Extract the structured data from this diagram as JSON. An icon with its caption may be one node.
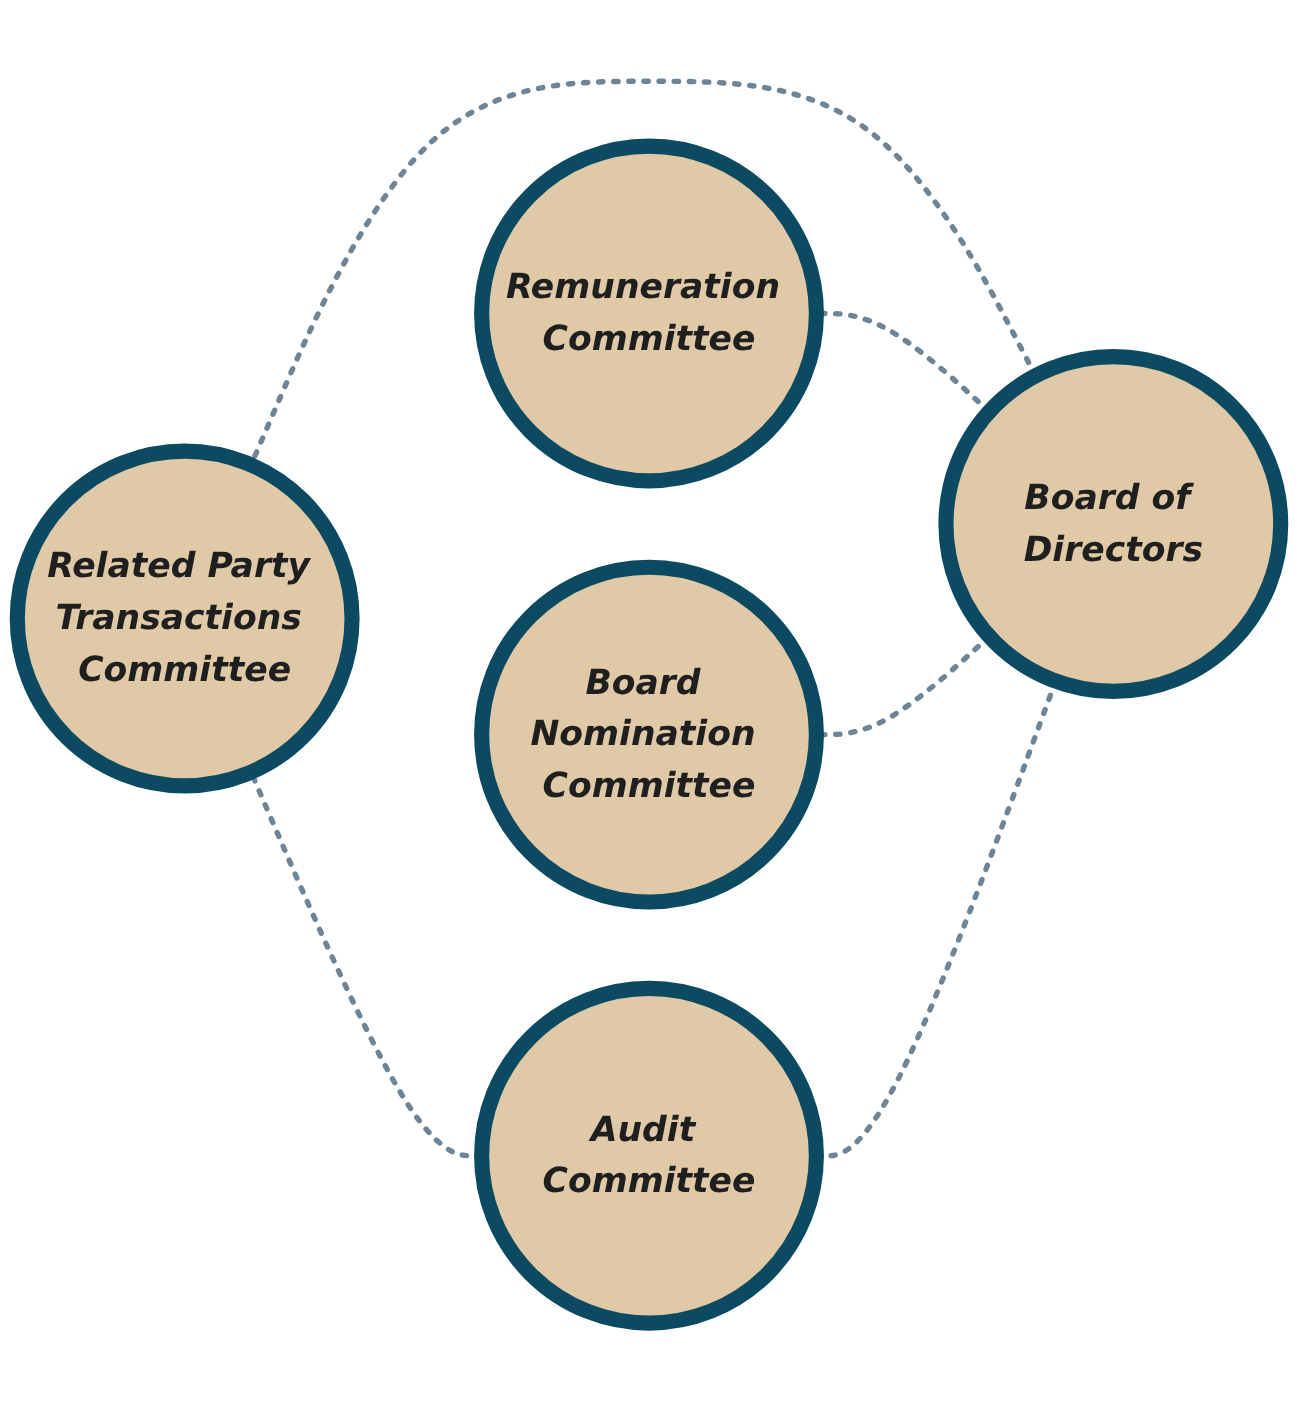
{
  "diagram": {
    "nodes": [
      {
        "text": [
          "Audit Committee"
        ]
      },
      {
        "text": [
          "Remuneration Committee"
        ]
      },
      {
        "text": [
          "Board of Directors"
        ]
      },
      {
        "text": [
          "Board Nomination Committee"
        ]
      },
      {
        "text": [
          "Related Party Transactions Committee"
        ]
      }
    ],
    "edges": [
      {
        "from": 2,
        "to": 0,
        "arrow": "none",
        "style": "dashed"
      },
      {
        "from": 2,
        "to": 1,
        "arrow": "none",
        "style": "dashed"
      },
      {
        "from": 2,
        "to": 3,
        "arrow": "none",
        "style": "dashed"
      },
      {
        "from": 2,
        "to": 4,
        "arrow": "none",
        "style": "dashed"
      },
      {
        "from": 0,
        "to": 4,
        "arrow": "none",
        "style": "dashed"
      }
    ]
  }
}
